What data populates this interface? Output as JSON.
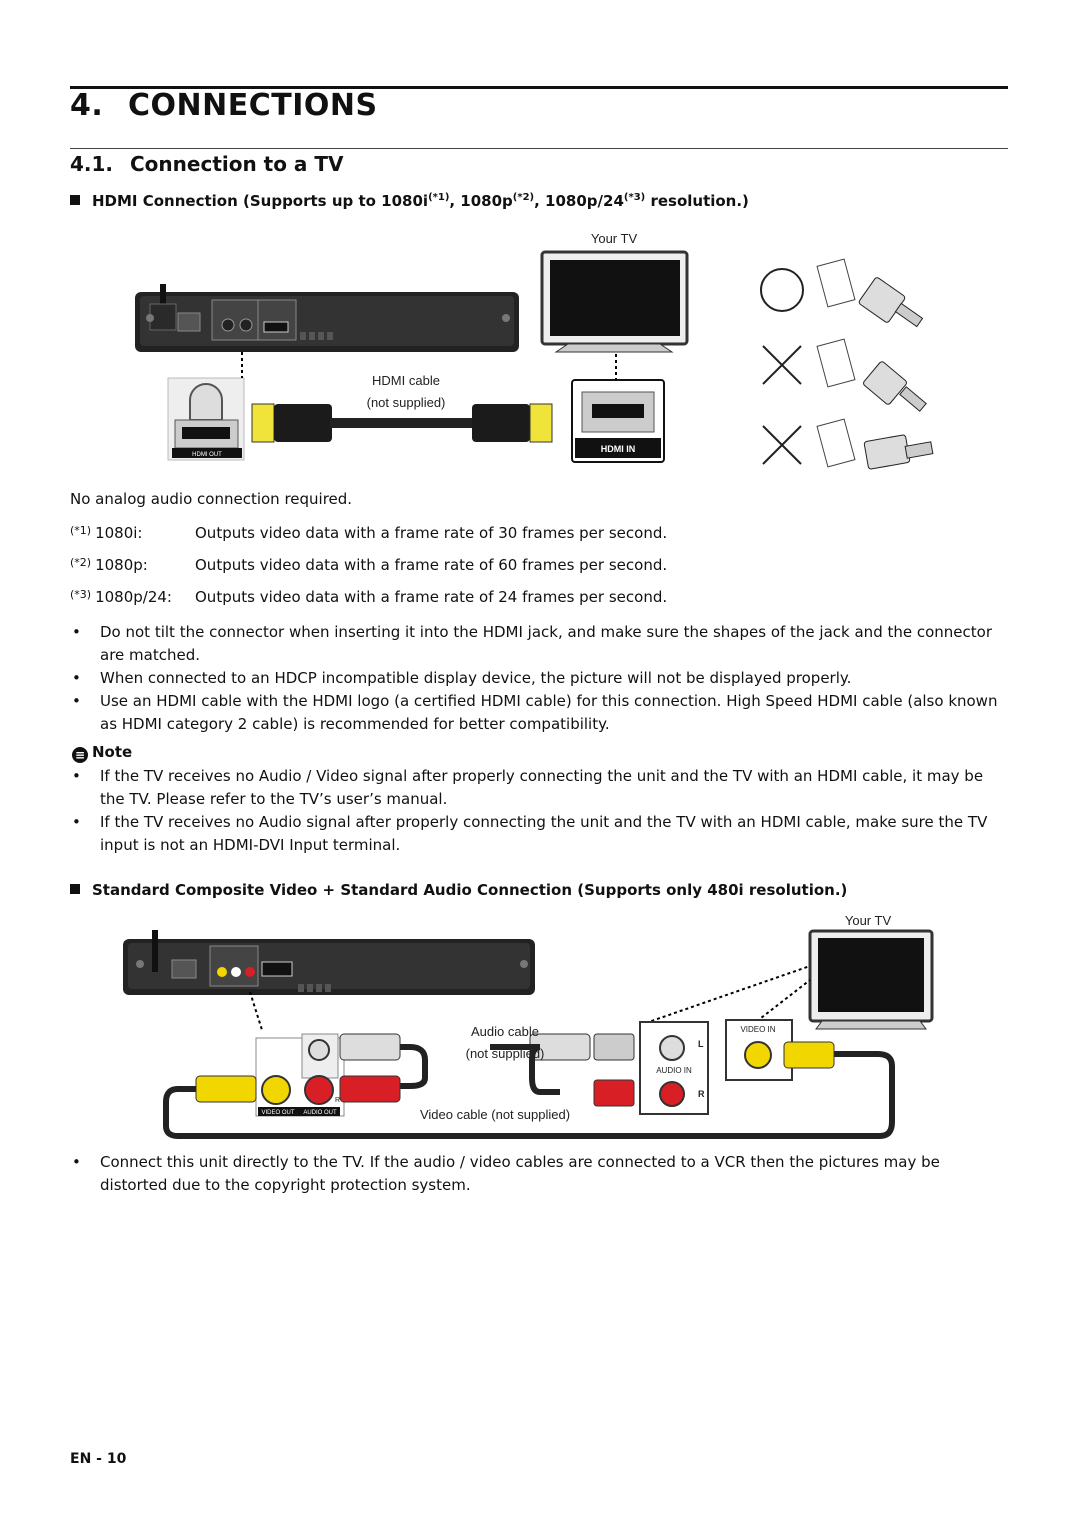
{
  "chapter": {
    "number": "4.",
    "title": "CONNECTIONS"
  },
  "section": {
    "number": "4.1.",
    "title": "Connection to a TV"
  },
  "hdmi_heading": {
    "text_a": "HDMI Connection (Supports up to 1080i",
    "sup1": "(*1)",
    "text_b": ", 1080p",
    "sup2": "(*2)",
    "text_c": ", 1080p/24",
    "sup3": "(*3)",
    "text_d": " resolution.)"
  },
  "diagram1": {
    "your_tv": "Your TV",
    "hdmi_cable": "HDMI cable",
    "not_supplied": "(not supplied)",
    "hdmi_out": "HDMI OUT",
    "hdmi_in": "HDMI IN"
  },
  "no_analog": "No analog audio connection required.",
  "footnotes": [
    {
      "mark": "(*1)",
      "key": "1080i:",
      "text": "Outputs video data with a frame rate of 30 frames per second."
    },
    {
      "mark": "(*2)",
      "key": "1080p:",
      "text": "Outputs video data with a frame rate of 60 frames per second."
    },
    {
      "mark": "(*3)",
      "key": "1080p/24:",
      "text": "Outputs video data with a frame rate of 24 frames per second."
    }
  ],
  "bullets1": [
    "Do not tilt the connector when inserting it into the HDMI jack, and make sure the shapes of the jack and the connector are matched.",
    "When connected to an HDCP incompatible display device, the picture will not be displayed properly.",
    "Use an HDMI cable with the HDMI logo (a certified HDMI cable) for this connection. High Speed HDMI cable (also known as HDMI category 2 cable) is recommended for better compatibility."
  ],
  "note": {
    "title": "Note",
    "items": [
      "If the TV receives no Audio / Video signal after properly connecting the unit and the TV with an HDMI cable, it may be the TV. Please refer to the TV’s user’s manual.",
      "If the TV receives no Audio signal after properly connecting the unit and the TV with an HDMI cable, make sure the TV input is not an HDMI-DVI Input terminal."
    ]
  },
  "composite_heading": "Standard Composite Video + Standard Audio Connection (Supports only 480i resolution.)",
  "diagram2": {
    "your_tv": "Your TV",
    "audio_cable": "Audio cable",
    "not_supplied": "(not supplied)",
    "video_cable": "Video cable (not supplied)",
    "video_in": "VIDEO IN",
    "audio_in": "AUDIO IN",
    "left": "L",
    "right": "R",
    "video_out": "VIDEO OUT",
    "audio_out": "AUDIO OUT"
  },
  "bullets2": [
    "Connect this unit directly to the TV. If the audio / video cables are connected to a VCR then the pictures may be distorted due to the copyright protection system."
  ],
  "page_number": "EN - 10",
  "colors": {
    "yellow_plug": "#f2d600",
    "red_plug": "#d81f26",
    "cable": "#222222",
    "hdmi_gold": "#f0e43a"
  }
}
